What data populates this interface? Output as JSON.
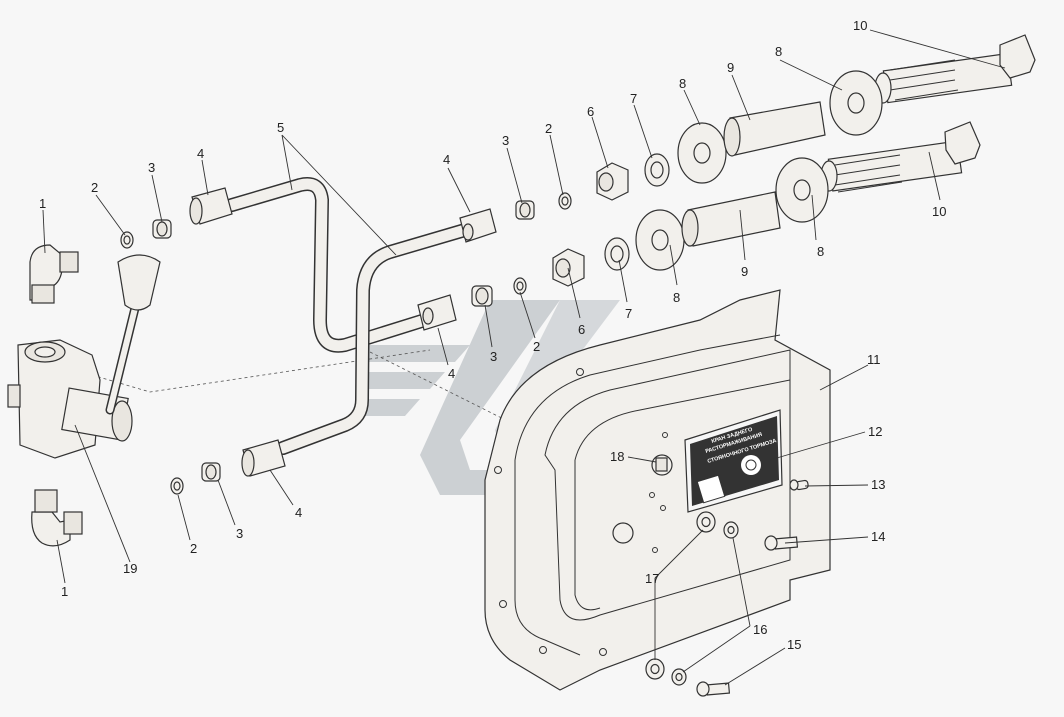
{
  "watermark_color": "#c8ccd0",
  "nameplate_lines": [
    "КРАН ЗАДНЕГО",
    "РАСТОРМАЖИВАНИЯ",
    "СТОЯНОЧНОГО ТОРМОЗА"
  ],
  "labels": [
    {
      "id": "L1a",
      "text": "1"
    },
    {
      "id": "L1b",
      "text": "1"
    },
    {
      "id": "L2a",
      "text": "2"
    },
    {
      "id": "L2b",
      "text": "2"
    },
    {
      "id": "L2c",
      "text": "2"
    },
    {
      "id": "L2d",
      "text": "2"
    },
    {
      "id": "L3a",
      "text": "3"
    },
    {
      "id": "L3b",
      "text": "3"
    },
    {
      "id": "L3c",
      "text": "3"
    },
    {
      "id": "L3d",
      "text": "3"
    },
    {
      "id": "L4a",
      "text": "4"
    },
    {
      "id": "L4b",
      "text": "4"
    },
    {
      "id": "L4c",
      "text": "4"
    },
    {
      "id": "L4d",
      "text": "4"
    },
    {
      "id": "L5",
      "text": "5"
    },
    {
      "id": "L6a",
      "text": "6"
    },
    {
      "id": "L6b",
      "text": "6"
    },
    {
      "id": "L7a",
      "text": "7"
    },
    {
      "id": "L7b",
      "text": "7"
    },
    {
      "id": "L8a",
      "text": "8"
    },
    {
      "id": "L8b",
      "text": "8"
    },
    {
      "id": "L8c",
      "text": "8"
    },
    {
      "id": "L8d",
      "text": "8"
    },
    {
      "id": "L9a",
      "text": "9"
    },
    {
      "id": "L9b",
      "text": "9"
    },
    {
      "id": "L10a",
      "text": "10"
    },
    {
      "id": "L10b",
      "text": "10"
    },
    {
      "id": "L11",
      "text": "11"
    },
    {
      "id": "L12",
      "text": "12"
    },
    {
      "id": "L13",
      "text": "13"
    },
    {
      "id": "L14",
      "text": "14"
    },
    {
      "id": "L15",
      "text": "15"
    },
    {
      "id": "L16",
      "text": "16"
    },
    {
      "id": "L17",
      "text": "17"
    },
    {
      "id": "L18",
      "text": "18"
    },
    {
      "id": "L19",
      "text": "19"
    }
  ]
}
